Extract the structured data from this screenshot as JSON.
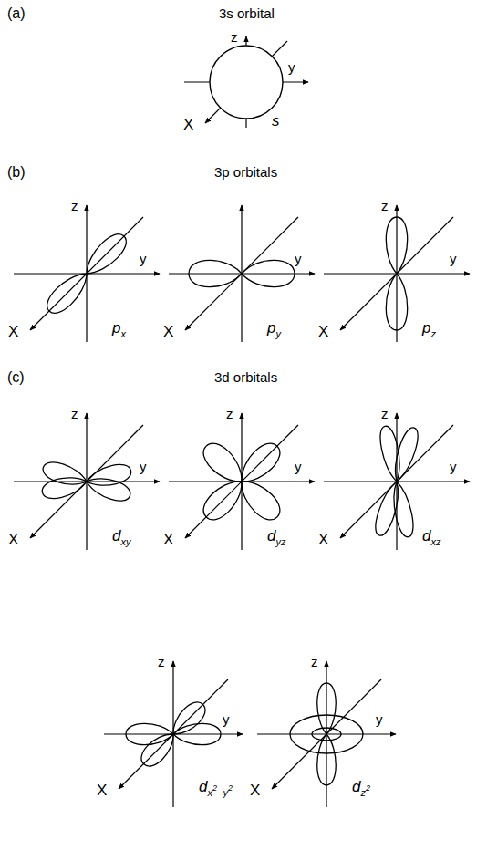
{
  "diagram": {
    "labels": [
      "(a)",
      "3s orbital",
      "z",
      "y",
      "X",
      "s",
      "(b)",
      "3p orbitals",
      "z",
      "y",
      "X",
      "px",
      "y",
      "X",
      "py",
      "z",
      "y",
      "X",
      "pz",
      "(c)",
      "3d orbitals",
      "z",
      "y",
      "X",
      "dxy",
      "z",
      "y",
      "X",
      "dyz",
      "z",
      "y",
      "X",
      "dxz",
      "z",
      "y",
      "X",
      "dx2−y2",
      "z",
      "y",
      "X",
      "dz2"
    ]
  }
}
